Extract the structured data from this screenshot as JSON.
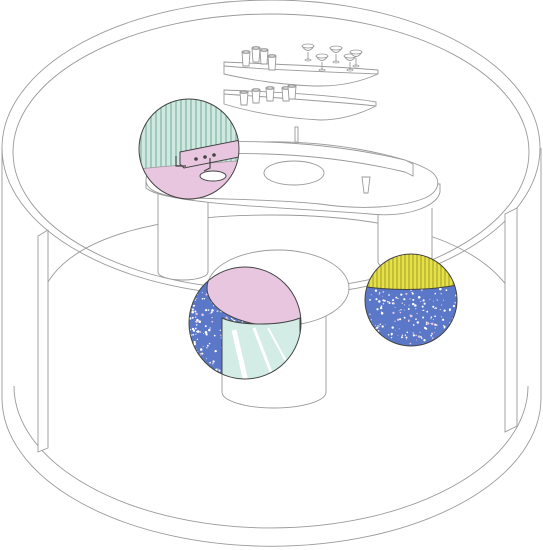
{
  "scene": {
    "subject": "room",
    "background": "#ffffff",
    "line_color": "#9a9a9a"
  },
  "materials": {
    "pink_panel": "#e8c6e0",
    "green_stripe": "#cfe8e0",
    "green_stripe_line": "#5f9a8a",
    "blue_terrazzo": "#5b78c8",
    "terrazzo_flecks": "#ffffff",
    "yellow_stripe": "#e6e04a",
    "yellow_stripe_line": "#8e8a18",
    "mirror": "#d4ece6",
    "mirror_streak": "#ffffff"
  },
  "fixtures": {
    "glasses_top_shelf": 9,
    "glasses_lower_shelf": 5,
    "outlet_dots": 3
  }
}
